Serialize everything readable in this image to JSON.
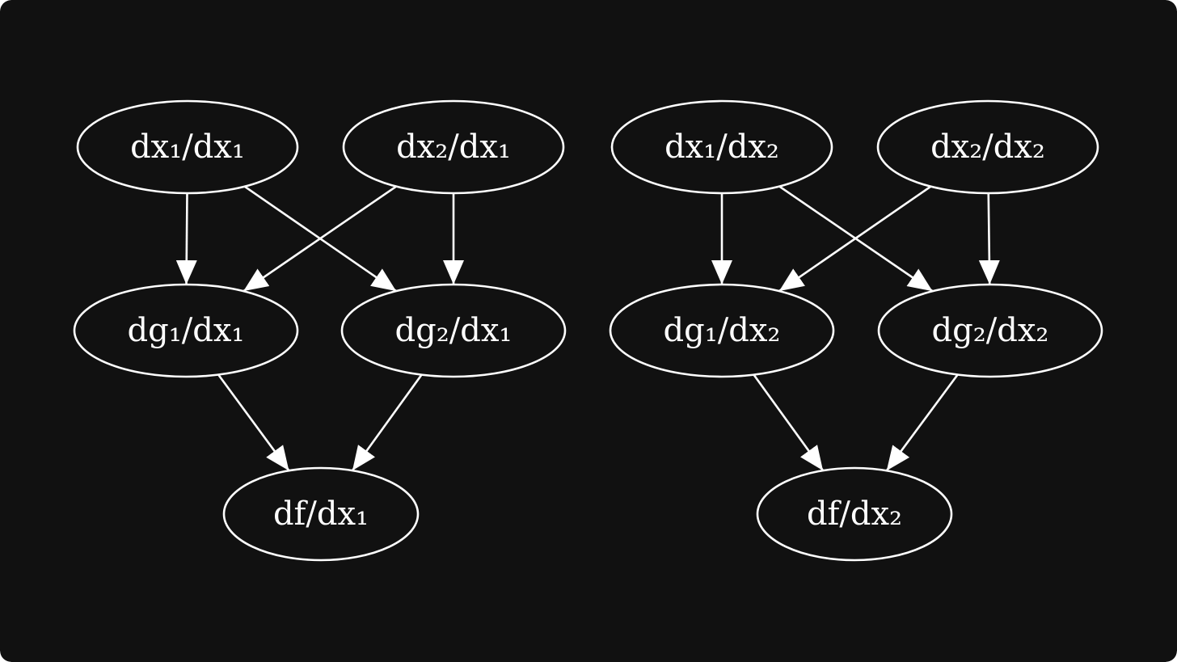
{
  "colors": {
    "background": "#111111",
    "stroke": "#ffffff",
    "text": "#ffffff"
  },
  "nodes": [
    {
      "id": "dx1_dx1",
      "label": "dx₁/dx₁"
    },
    {
      "id": "dx2_dx1",
      "label": "dx₂/dx₁"
    },
    {
      "id": "dg1_dx1",
      "label": "dg₁/dx₁"
    },
    {
      "id": "dg2_dx1",
      "label": "dg₂/dx₁"
    },
    {
      "id": "df_dx1",
      "label": "df/dx₁"
    },
    {
      "id": "dx1_dx2",
      "label": "dx₁/dx₂"
    },
    {
      "id": "dx2_dx2",
      "label": "dx₂/dx₂"
    },
    {
      "id": "dg1_dx2",
      "label": "dg₁/dx₂"
    },
    {
      "id": "dg2_dx2",
      "label": "dg₂/dx₂"
    },
    {
      "id": "df_dx2",
      "label": "df/dx₂"
    }
  ],
  "edges": [
    {
      "from": "dx1_dx1",
      "to": "dg1_dx1"
    },
    {
      "from": "dx1_dx1",
      "to": "dg2_dx1"
    },
    {
      "from": "dx2_dx1",
      "to": "dg1_dx1"
    },
    {
      "from": "dx2_dx1",
      "to": "dg2_dx1"
    },
    {
      "from": "dg1_dx1",
      "to": "df_dx1"
    },
    {
      "from": "dg2_dx1",
      "to": "df_dx1"
    },
    {
      "from": "dx1_dx2",
      "to": "dg1_dx2"
    },
    {
      "from": "dx1_dx2",
      "to": "dg2_dx2"
    },
    {
      "from": "dx2_dx2",
      "to": "dg1_dx2"
    },
    {
      "from": "dx2_dx2",
      "to": "dg2_dx2"
    },
    {
      "from": "dg1_dx2",
      "to": "df_dx2"
    },
    {
      "from": "dg2_dx2",
      "to": "df_dx2"
    }
  ]
}
